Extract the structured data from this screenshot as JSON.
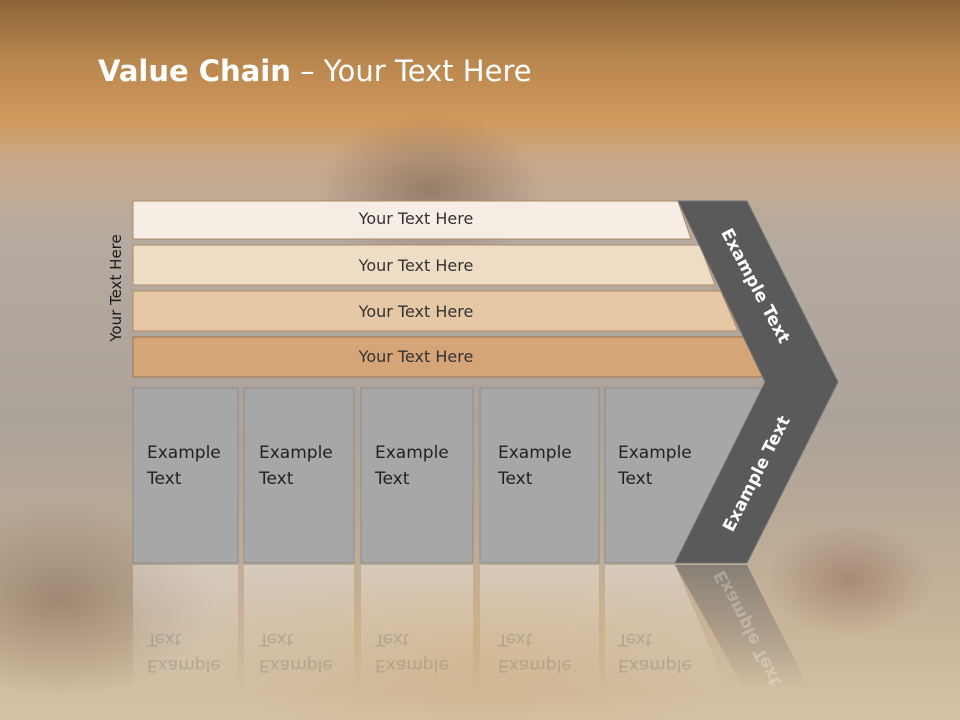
{
  "title": {
    "bold": "Value Chain",
    "rest": " – Your Text Here"
  },
  "side_label": "Your Text Here",
  "bars": [
    {
      "label": "Your Text Here",
      "color": "#f6eee5"
    },
    {
      "label": "Your Text Here",
      "color": "#eedcc5"
    },
    {
      "label": "Your Text Here",
      "color": "#e6c8a6"
    },
    {
      "label": "Your Text Here",
      "color": "#d5a577"
    }
  ],
  "boxes": [
    {
      "line1": "Example",
      "line2": "Text"
    },
    {
      "line1": "Example",
      "line2": "Text"
    },
    {
      "line1": "Example",
      "line2": "Text"
    },
    {
      "line1": "Example",
      "line2": "Text"
    },
    {
      "line1": "Example",
      "line2": "Text"
    }
  ],
  "chevron": {
    "upper_label": "Example Text",
    "lower_label": "Example Text"
  },
  "colors": {
    "box_fill": "#a7a7a7",
    "chevron_fill": "#5a5a5a",
    "title_band": "#c8904f"
  }
}
